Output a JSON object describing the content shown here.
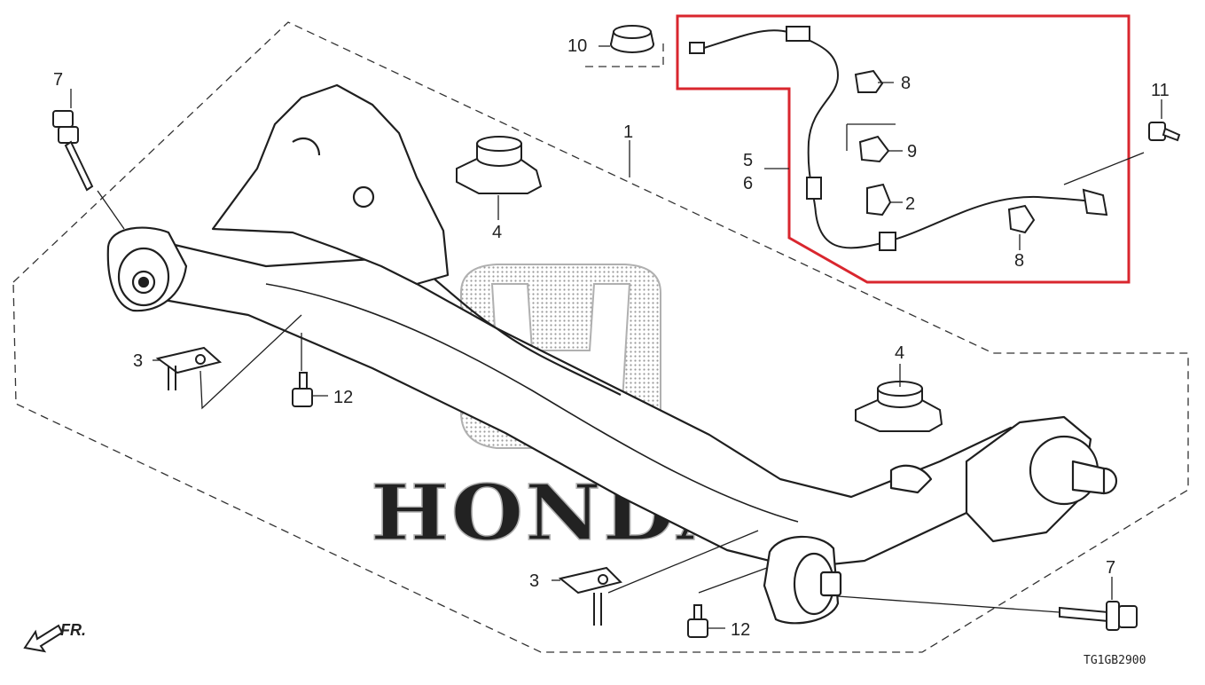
{
  "diagram": {
    "watermark": "HONDA",
    "diagram_code": "TG1GB2900",
    "front_indicator": "FR.",
    "highlight_color": "#d9262e",
    "line_color": "#1f1f1f",
    "callouts": {
      "c1": "1",
      "c2": "2",
      "c3_left": "3",
      "c3_right": "3",
      "c4_upper": "4",
      "c4_lower": "4",
      "c5": "5",
      "c6": "6",
      "c7_left": "7",
      "c7_right": "7",
      "c8_upper": "8",
      "c8_lower": "8",
      "c9": "9",
      "c10": "10",
      "c11": "11",
      "c12_left": "12",
      "c12_right": "12"
    }
  }
}
